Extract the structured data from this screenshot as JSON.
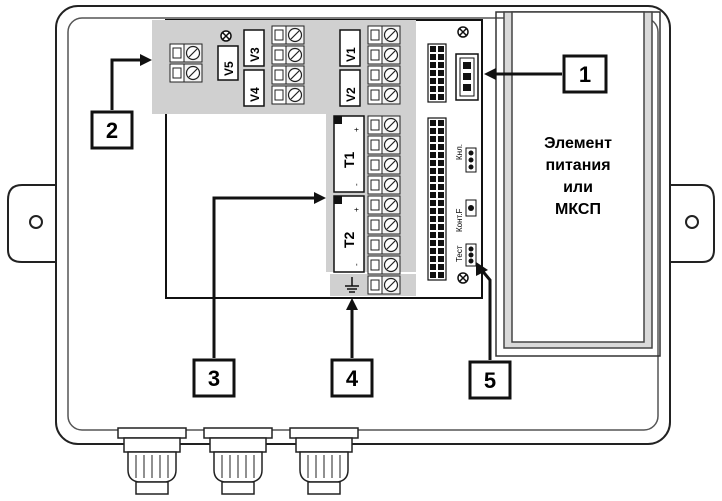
{
  "battery_compartment": {
    "lines": [
      "Элемент",
      "питания",
      "или",
      "МКСП"
    ]
  },
  "inputs": {
    "v5": "V5",
    "v3": "V3",
    "v4": "V4",
    "v1": "V1",
    "v2": "V2",
    "plus": "+",
    "minus": "-"
  },
  "thermo": {
    "t1": "T1",
    "t2": "T2"
  },
  "pcb_markings": {
    "knl": "Кнл.",
    "kont_f": "Конт.F",
    "test": "Тест"
  },
  "callouts": [
    {
      "number": "1"
    },
    {
      "number": "2"
    },
    {
      "number": "3"
    },
    {
      "number": "4"
    },
    {
      "number": "5"
    }
  ]
}
